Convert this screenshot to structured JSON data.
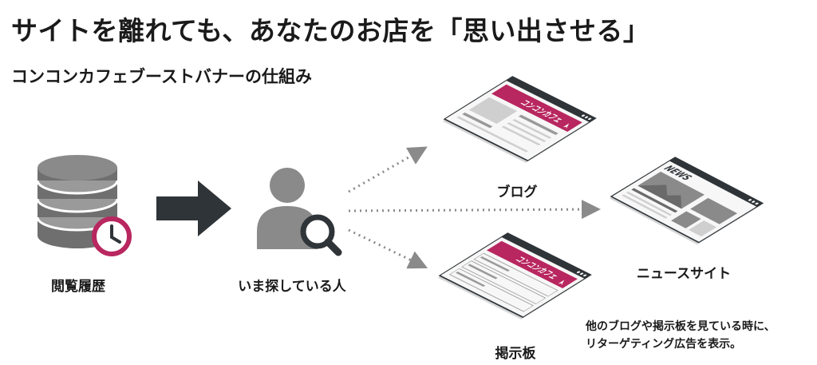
{
  "title": "サイトを離れても、あなたのお店を「思い出させる」",
  "subtitle": "コンコンカフェブーストバナーの仕組み",
  "nodes": {
    "history": "閲覧履歴",
    "person": "いま探している人",
    "blog": "ブログ",
    "news": "ニュースサイト",
    "board": "掲示板"
  },
  "banner_text": "コンコンカフェ",
  "news_logo": "NEWS",
  "note": {
    "line1": "他のブログや掲示板を見ている時に、",
    "line2": "リターゲティング広告を表示。"
  },
  "colors": {
    "accent": "#b8275f",
    "dark": "#2f3438",
    "gray": "#8a8a8a"
  }
}
